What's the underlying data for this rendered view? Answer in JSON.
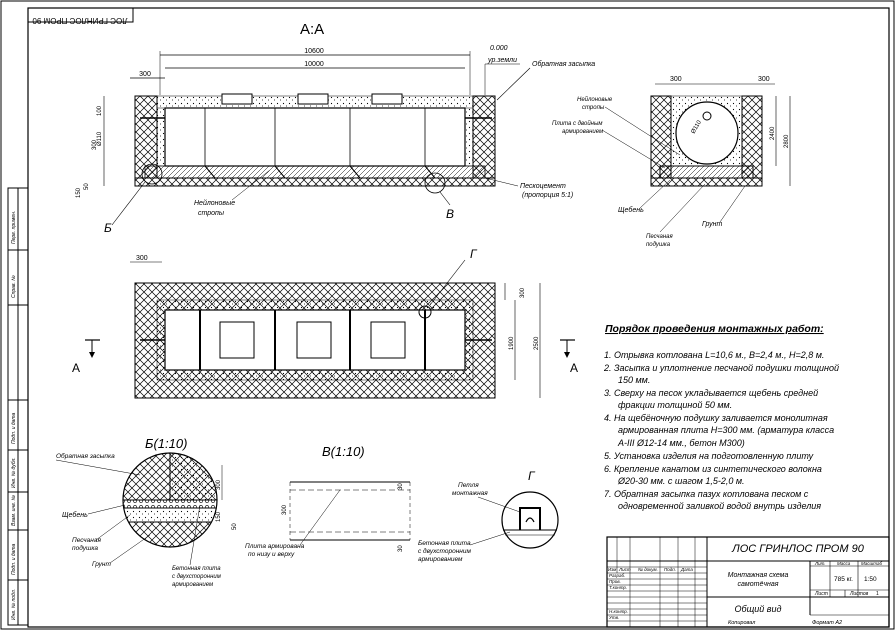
{
  "stamp_top": "ЛОС ГРИНЛОС ПРОМ 90",
  "section": {
    "title": "А:А",
    "dims": {
      "overall": "10600",
      "body": "10000",
      "side": "300",
      "top": "100",
      "pipe_h": "300",
      "pipe": "Ø110",
      "bottom1": "150",
      "bottom2": "50"
    },
    "level_value": "0.000",
    "level_label": "ур.земли",
    "backfill": "Обратная засыпка",
    "sand_cement": "Пескоцемент",
    "proportion": "(пропорция 5:1)",
    "straps": "Нейлоновые",
    "straps2": "стропы",
    "ref_b": "Б",
    "ref_v": "В"
  },
  "end_view": {
    "dim_top_a": "300",
    "dim_top_b": "300",
    "dim_h1": "2400",
    "dim_h2": "2800",
    "pipe": "Ø110",
    "straps": "Нейлоновые",
    "straps2": "стропы",
    "slab": "Плита с двойным",
    "slab2": "армированием",
    "gravel": "Щебень",
    "soil": "Грунт",
    "sand": "Песчаная",
    "sand2": "подушка"
  },
  "plan": {
    "dim_side": "300",
    "dim_right": "300",
    "dim_w1": "1900",
    "dim_w2": "2500",
    "ref_g": "Г",
    "cut_left": "А",
    "cut_right": "А"
  },
  "notes": {
    "title": "Порядок проведения монтажных работ:",
    "items": [
      "1. Отрывка котлована L=10,6 м., В=2,4 м., Н=2,8 м.",
      "2. Засыпка и уплотнение песчаной подушки толщиной",
      "150 мм.",
      "3. Сверху на песок укладывается щебень средней",
      "фракции толщиной 50 мм.",
      "4. На щебёночную подушку заливается монолитная",
      "армированная плита Н=300 мм. (арматура класса",
      "А-III Ø12-14 мм., бетон М300)",
      "5. Установка изделия на подготовленную плиту",
      "6. Крепление канатом из синтетического волокна",
      "Ø20-30 мм. с шагом 1,5-2,0 м.",
      "7. Обратная засыпка пазух котлована песком с",
      "одновременной заливкой водой внутрь изделия"
    ]
  },
  "detail_b": {
    "title": "Б(1:10)",
    "backfill": "Обратная засыпка",
    "gravel": "Щебень",
    "sand": "Песчаная",
    "sand2": "подушка",
    "soil": "Грунт",
    "slab": "Бетонная плита",
    "slab2": "с двухсторонним",
    "slab3": "армированием",
    "dim300": "300",
    "dim150": "150",
    "dim50": "50"
  },
  "detail_v": {
    "title": "В(1:10)",
    "dim300": "300",
    "dim30a": "30",
    "dim30b": "30",
    "rebar": "Плита армирована",
    "rebar2": "по низу и верху"
  },
  "detail_g": {
    "title": "Г",
    "loop": "Петля",
    "loop2": "монтажная",
    "slab": "Бетонная плита",
    "slab2": "с двухсторонним",
    "slab3": "армированием"
  },
  "sidebar": {
    "labels": [
      "Перв. примен.",
      "Справ. №",
      "Подп. и дата",
      "Инв. № дубл.",
      "Взам. инв. №",
      "Подп. и дата",
      "Инв. № подл."
    ]
  },
  "title_block": {
    "product": "ЛОС ГРИНЛОС ПРОМ 90",
    "drawing": "Монтажная схема",
    "drawing2": "самотёчная",
    "view": "Общий вид",
    "rows": [
      "Изм",
      "Лист",
      "№ докум.",
      "Подп.",
      "Дата"
    ],
    "roles": [
      "Разраб.",
      "Пров.",
      "Т.контр.",
      "Н.контр.",
      "Утв."
    ],
    "lit": "Лит.",
    "mass": "Масса",
    "scale": "Масштаб",
    "mass_value": "785 кг.",
    "scale_value": "1:50",
    "sheet": "Лист",
    "sheets": "Листов",
    "sheets_value": "1",
    "copied": "Копировал",
    "format": "Формат А2"
  }
}
